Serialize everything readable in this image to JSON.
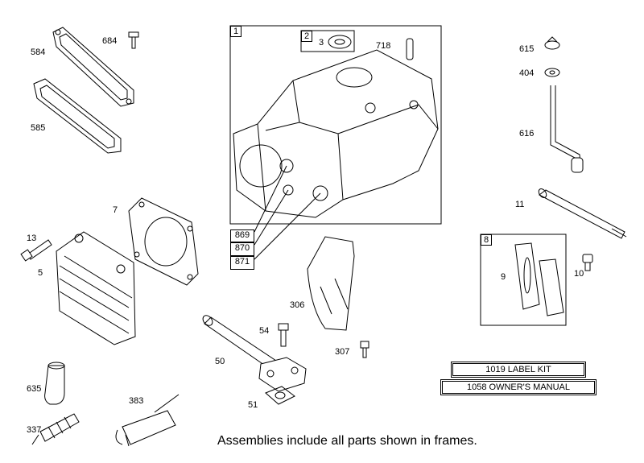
{
  "parts": {
    "p584": "584",
    "p684": "684",
    "p585": "585",
    "p7": "7",
    "p13": "13",
    "p5": "5",
    "p635": "635",
    "p337": "337",
    "p383": "383",
    "p50": "50",
    "p54": "54",
    "p51": "51",
    "p306": "306",
    "p307": "307",
    "p3": "3",
    "p718": "718",
    "p615": "615",
    "p404": "404",
    "p616": "616",
    "p11": "11",
    "p9": "9",
    "p10": "10",
    "p869": "869",
    "p870": "870",
    "p871": "871"
  },
  "frames": {
    "f1": "1",
    "f2": "2",
    "f8": "8"
  },
  "kits": {
    "label_kit": "1019 LABEL KIT",
    "owners_manual": "1058 OWNER'S MANUAL"
  },
  "footer": "Assemblies include all parts shown in frames."
}
